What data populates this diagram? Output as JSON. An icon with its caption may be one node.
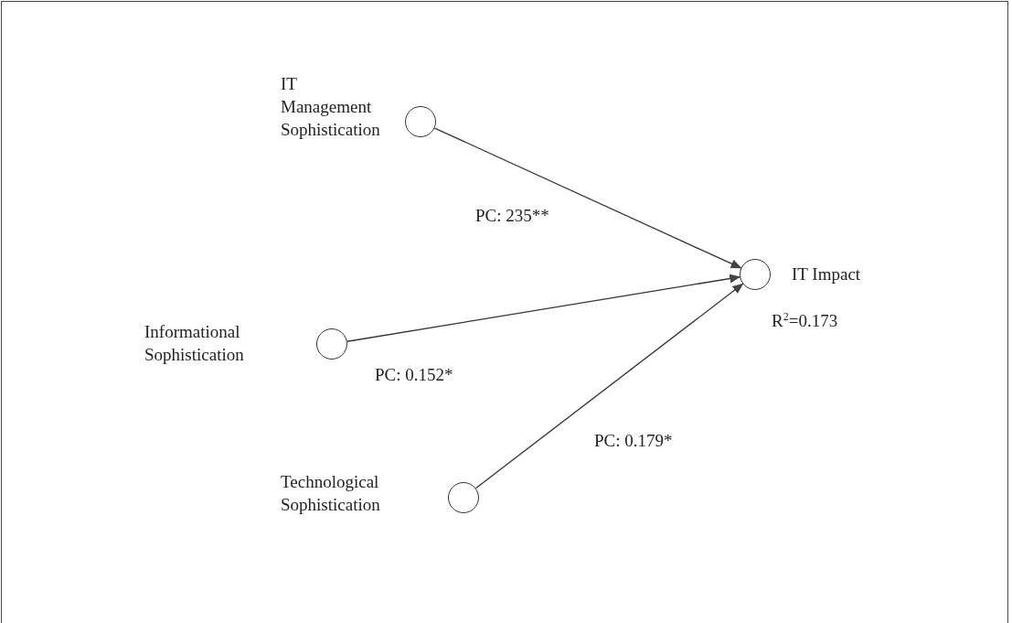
{
  "diagram": {
    "nodes": [
      {
        "text": [
          "IT Management Sophistication"
        ]
      },
      {
        "text": [
          "Informational Sophistication"
        ]
      },
      {
        "text": [
          "Technological Sophistication"
        ]
      },
      {
        "text": [
          "IT Impact"
        ],
        "beside": [
          "R$^{2}$=0.173"
        ]
      }
    ],
    "edges": [
      {
        "from": 0,
        "to": 3,
        "arrow": "to",
        "label": "PC: 235**"
      },
      {
        "from": 1,
        "to": 3,
        "arrow": "to",
        "label": "PC: 0.152*"
      },
      {
        "from": 2,
        "to": 3,
        "arrow": "to",
        "label": "PC: 0.179*"
      }
    ]
  }
}
